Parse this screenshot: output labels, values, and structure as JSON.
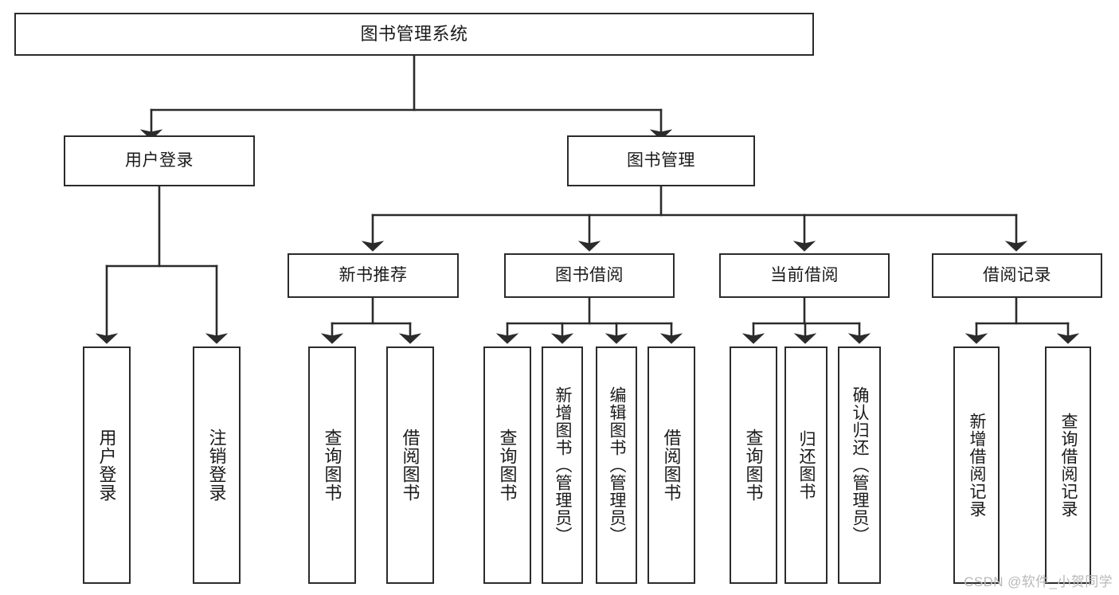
{
  "diagram": {
    "type": "tree",
    "title": "图书管理系统",
    "orientation": "top-down",
    "colors": {
      "node_border": "#2b2b2b",
      "node_fill": "#ffffff",
      "edge": "#2b2b2b",
      "text": "#1a1a1a",
      "watermark": "#b9b9b9",
      "background": "#ffffff"
    },
    "watermark": "CSDN @软件_小贺同学",
    "nodes": {
      "root": {
        "label": "图书管理系统",
        "level": 0
      },
      "l1": [
        {
          "id": "user_login",
          "label": "用户登录"
        },
        {
          "id": "book_manage",
          "label": "图书管理"
        }
      ],
      "l2": [
        {
          "id": "new_book_rec",
          "label": "新书推荐",
          "parent": "book_manage"
        },
        {
          "id": "book_borrow",
          "label": "图书借阅",
          "parent": "book_manage"
        },
        {
          "id": "current_borrow",
          "label": "当前借阅",
          "parent": "book_manage"
        },
        {
          "id": "borrow_record",
          "label": "借阅记录",
          "parent": "book_manage"
        }
      ],
      "leaves": {
        "user_login": [
          {
            "id": "leaf_user_login",
            "label": "用户登录"
          },
          {
            "id": "leaf_user_logout",
            "label": "注销登录"
          }
        ],
        "new_book_rec": [
          {
            "id": "leaf_query_book_1",
            "label": "查询图书"
          },
          {
            "id": "leaf_borrow_book_1",
            "label": "借阅图书"
          }
        ],
        "book_borrow": [
          {
            "id": "leaf_query_book_2",
            "label": "查询图书"
          },
          {
            "id": "leaf_add_book",
            "label": "新增图书（管理员）"
          },
          {
            "id": "leaf_edit_book",
            "label": "编辑图书（管理员）"
          },
          {
            "id": "leaf_borrow_book_2",
            "label": "借阅图书"
          }
        ],
        "current_borrow": [
          {
            "id": "leaf_query_book_3",
            "label": "查询图书"
          },
          {
            "id": "leaf_return_book",
            "label": "归还图书"
          },
          {
            "id": "leaf_confirm_return",
            "label": "确认归还（管理员）"
          }
        ],
        "borrow_record": [
          {
            "id": "leaf_add_record",
            "label": "新增借阅记录"
          },
          {
            "id": "leaf_query_record",
            "label": "查询借阅记录"
          }
        ]
      }
    }
  }
}
